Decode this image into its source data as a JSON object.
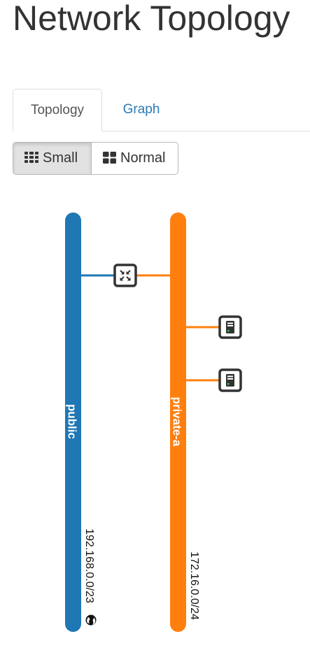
{
  "page": {
    "title": "Network Topology"
  },
  "tabs": [
    {
      "label": "Topology",
      "active": true
    },
    {
      "label": "Graph",
      "active": false
    }
  ],
  "view_toggle": {
    "small_label": "Small",
    "normal_label": "Normal",
    "selected": "Small",
    "small_icon": "th-icon",
    "normal_icon": "th-large-icon"
  },
  "topology": {
    "networks": [
      {
        "name": "public",
        "cidr": "192.168.0.0/23",
        "color": "#1f77b4",
        "external": true,
        "external_icon": "globe-icon"
      },
      {
        "name": "private-a",
        "cidr": "172.16.0.0/24",
        "color": "#ff7f0e",
        "external": false
      }
    ],
    "routers": [
      {
        "icon": "router-icon",
        "connected_networks": [
          "public",
          "private-a"
        ]
      }
    ],
    "instances": [
      {
        "icon": "server-icon",
        "network": "private-a"
      },
      {
        "icon": "server-icon",
        "network": "private-a"
      }
    ]
  }
}
